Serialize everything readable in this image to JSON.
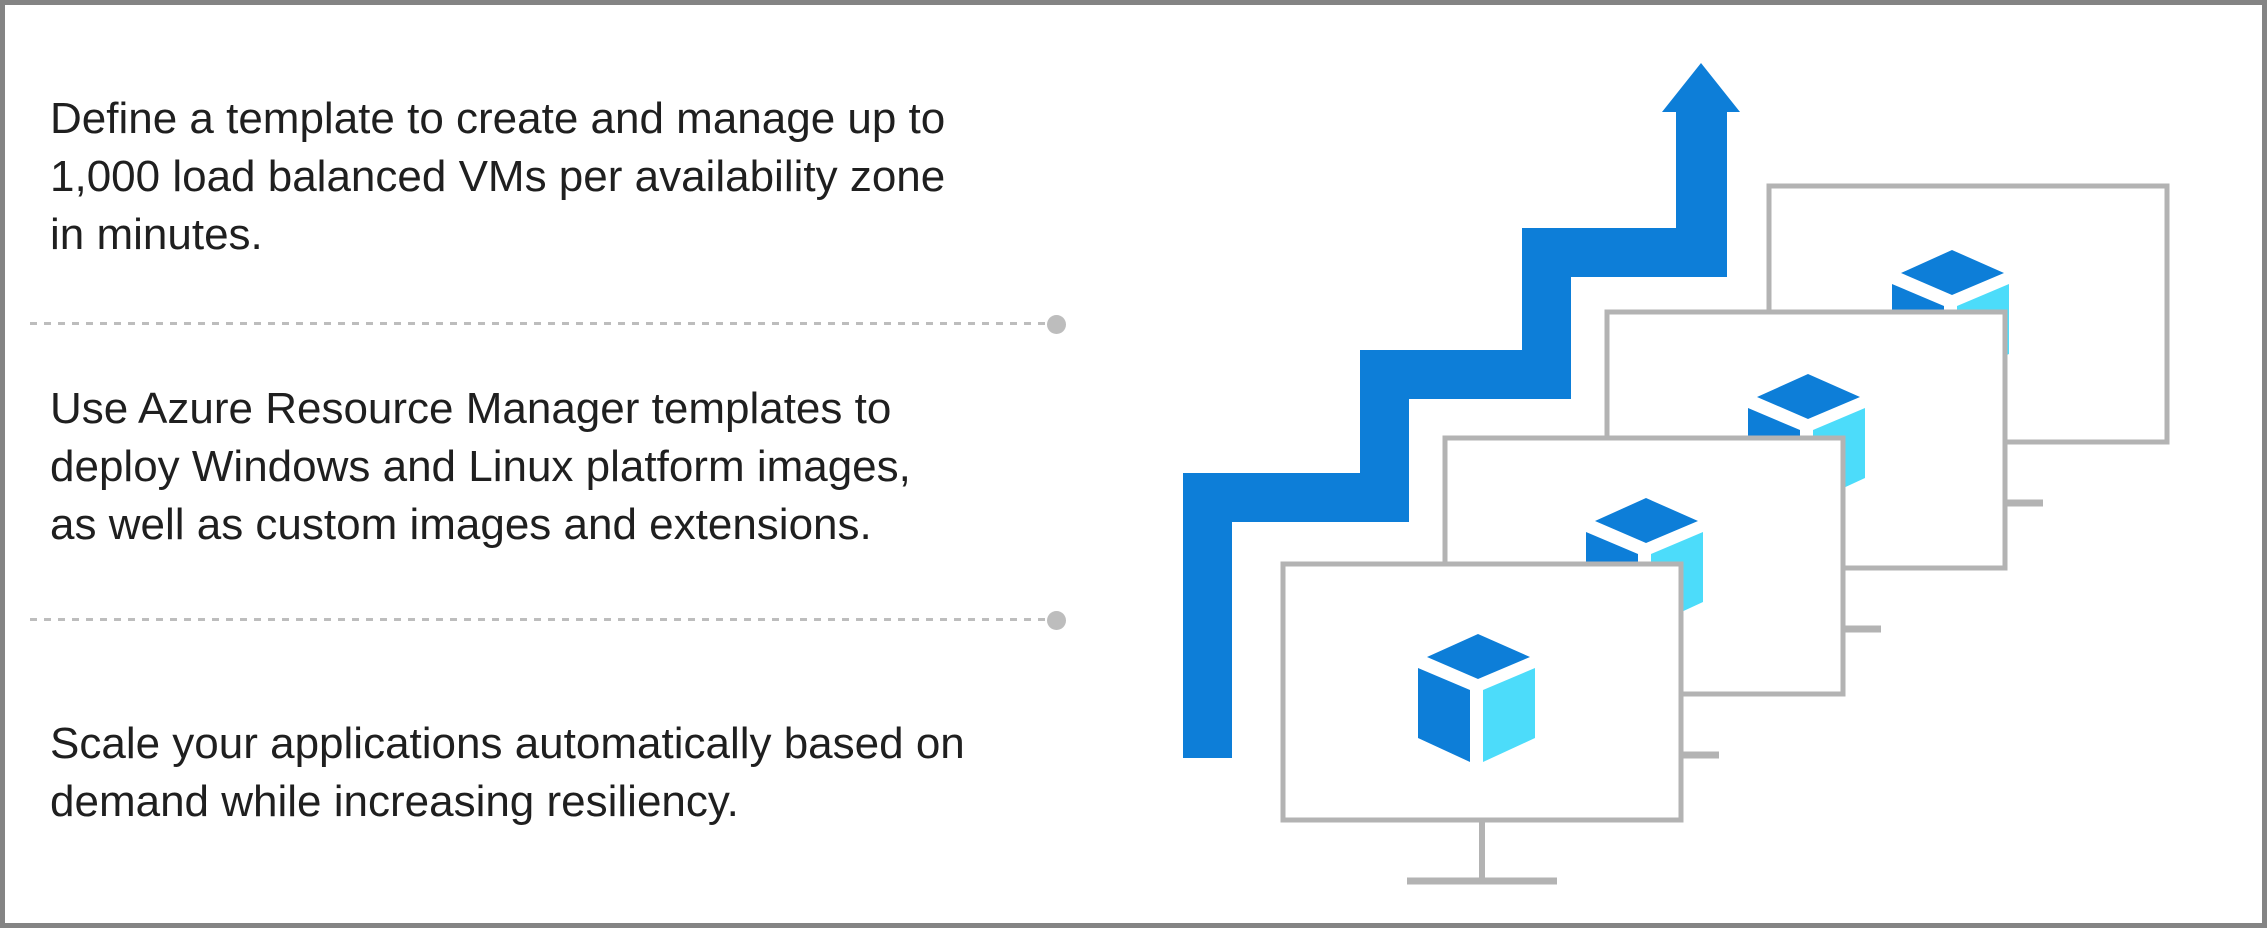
{
  "page": {
    "background": "#ffffff",
    "border_color": "#848484",
    "text_color": "#1f1f1f",
    "divider_color": "#bdbdbd"
  },
  "benefits": [
    {
      "text": "Define a template to create and manage up to\n1,000 load balanced VMs per availability zone\nin minutes."
    },
    {
      "text": "Use Azure Resource Manager templates to\ndeploy Windows and Linux platform images,\nas well as custom images and extensions."
    },
    {
      "text": "Scale your applications automatically based on\ndemand while increasing resiliency."
    }
  ],
  "graphic": {
    "monitor_count": 4,
    "colors": {
      "arrow_blue": "#0d7ed8",
      "cube_blue": "#0d7ed8",
      "cube_cyan": "#4cdcfa",
      "monitor_gray": "#b3b3b3",
      "monitor_fill": "#ffffff"
    }
  }
}
